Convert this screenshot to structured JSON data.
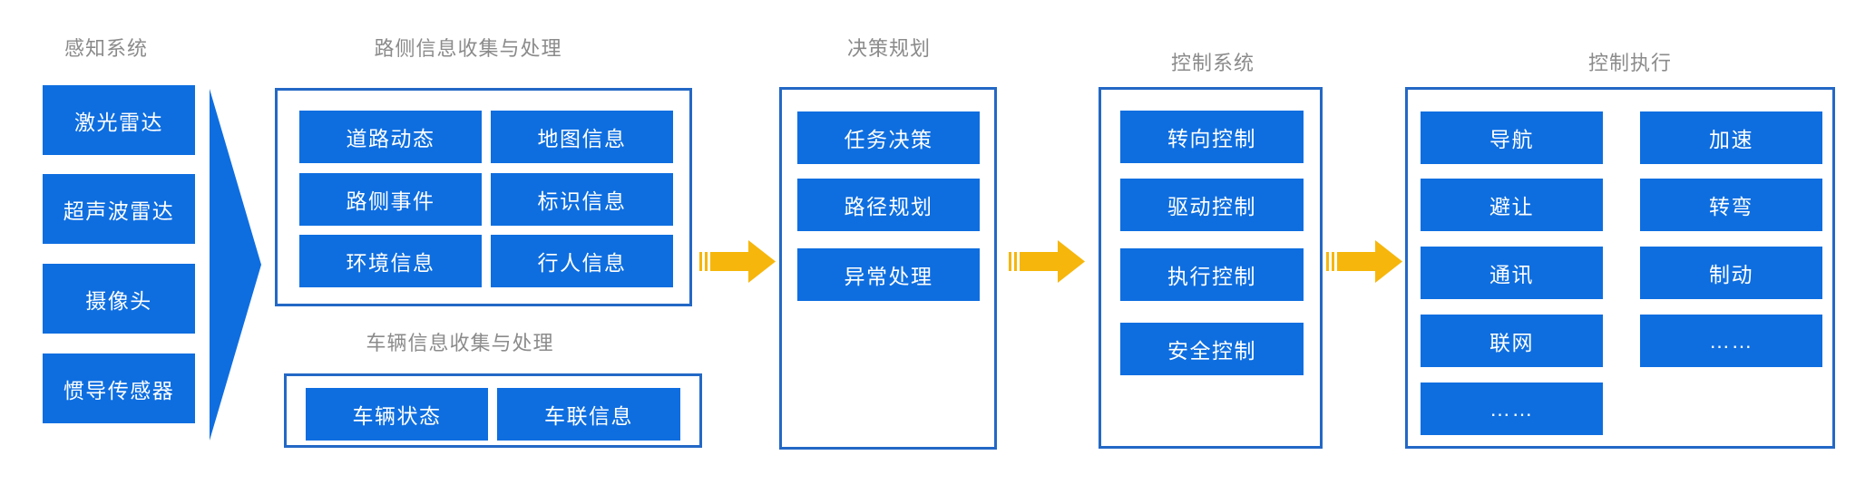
{
  "colors": {
    "node_blue": "#0E6EE0",
    "frame_border_blue": "#2368C6",
    "arrow_yellow": "#F6B60B",
    "title_gray": "#8B8B8B",
    "node_text": "#FFFFFF"
  },
  "sections": {
    "perception": {
      "title": "感知系统",
      "items": [
        "激光雷达",
        "超声波雷达",
        "摄像头",
        "惯导传感器"
      ]
    },
    "roadside": {
      "title": "路侧信息收集与处理",
      "col1": [
        "道路动态",
        "路侧事件",
        "环境信息"
      ],
      "col2": [
        "地图信息",
        "标识信息",
        "行人信息"
      ]
    },
    "vehicle": {
      "title": "车辆信息收集与处理",
      "items": [
        "车辆状态",
        "车联信息"
      ]
    },
    "decision": {
      "title": "决策规划",
      "items": [
        "任务决策",
        "路径规划",
        "异常处理"
      ]
    },
    "control": {
      "title": "控制系统",
      "items": [
        "转向控制",
        "驱动控制",
        "执行控制",
        "安全控制"
      ]
    },
    "execution": {
      "title": "控制执行",
      "col1": [
        "导航",
        "避让",
        "通讯",
        "联网",
        "……"
      ],
      "col2": [
        "加速",
        "转弯",
        "制动",
        "……"
      ]
    }
  }
}
